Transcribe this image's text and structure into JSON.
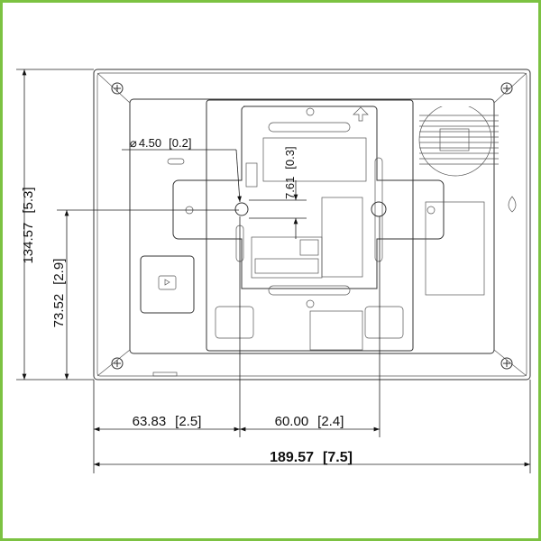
{
  "dimensions": {
    "height_total": {
      "value": "134.57",
      "inch": "[5.3]"
    },
    "height_hole": {
      "value": "73.52",
      "inch": "[2.9]"
    },
    "width_left": {
      "value": "63.83",
      "inch": "[2.5]"
    },
    "width_holes": {
      "value": "60.00",
      "inch": "[2.4]"
    },
    "width_total": {
      "value": "189.57",
      "inch": "[7.5]"
    },
    "hole_diameter": {
      "symbol": "⌀",
      "value": "4.50",
      "inch": "[0.2]"
    },
    "hole_offset": {
      "value": "7.61",
      "inch": "[0.3]"
    }
  },
  "colors": {
    "border": "#7cc242",
    "line": "#333333"
  }
}
